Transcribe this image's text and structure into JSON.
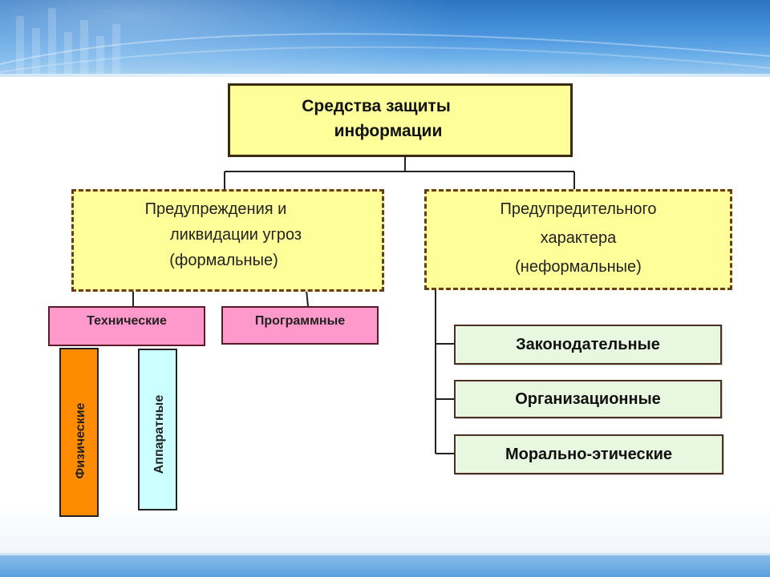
{
  "diagram": {
    "root": {
      "line1": "Средства защиты",
      "line2": "информации"
    },
    "formal": {
      "line1": "Предупреждения и",
      "line2": "ликвидации угроз",
      "line3": "(формальные)"
    },
    "informal": {
      "line1": "Предупредительного",
      "line2": "характера",
      "line3": "(неформальные)"
    },
    "technical": "Технические",
    "software": "Программные",
    "physical": "Физические",
    "hardware": "Аппаратные",
    "legislative": "Законодательные",
    "organizational": "Организационные",
    "moral_ethical": "Морально-этические"
  },
  "colors": {
    "root_fill": "#ffff99",
    "pink_fill": "#ff99cc",
    "orange_fill": "#ff8c00",
    "cyan_fill": "#ccffff",
    "green_fill": "#e8f8e0"
  }
}
